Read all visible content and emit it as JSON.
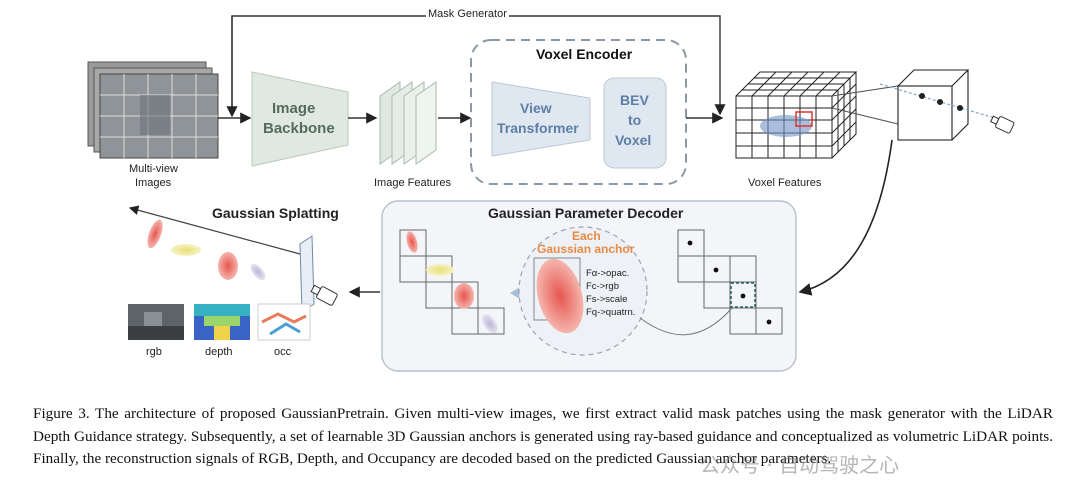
{
  "figure": {
    "mask_generator": "Mask Generator",
    "multiview_images": [
      "Multi-view",
      "Images"
    ],
    "image_backbone": [
      "Image",
      "Backbone"
    ],
    "image_features": "Image Features",
    "voxel_encoder": "Voxel Encoder",
    "view_transformer": [
      "View",
      "Transformer"
    ],
    "bev_to_voxel": [
      "BEV",
      "to",
      "Voxel"
    ],
    "voxel_features": "Voxel Features",
    "gaussian_splatting": "Gaussian Splatting",
    "gaussian_param_decoder": "Gaussian Parameter Decoder",
    "each_gaussian_anchor": [
      "Each",
      "Gaussian anchor"
    ],
    "params": [
      "Fα->opac.",
      "Fc->rgb",
      "Fs->scale",
      "Fq->quatrn."
    ],
    "outputs": [
      "rgb",
      "depth",
      "occ"
    ]
  },
  "caption": "Figure 3. The architecture of proposed GaussianPretrain. Given multi-view images, we first extract valid mask patches using the mask generator with the LiDAR Depth Guidance strategy. Subsequently, a set of learnable 3D Gaussian anchors is generated using ray-based guidance and conceptualized as volumetric LiDAR points. Finally, the reconstruction signals of RGB, Depth, and Occupancy are decoded based on the predicted Gaussian anchor parameters.",
  "watermark": "公众号 · 自动驾驶之心",
  "colors": {
    "backbone": "#dfe9e1",
    "encoder_box": "#dfe7f1",
    "anchor": "#e88a45",
    "decoder_bg": "#f3f5f8"
  }
}
